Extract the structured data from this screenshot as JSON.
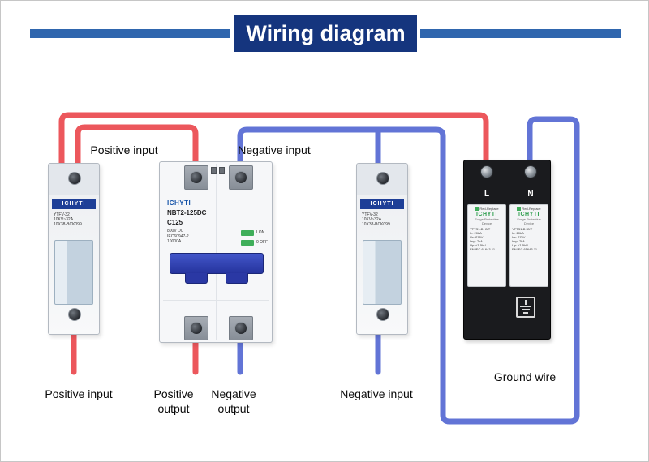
{
  "title": "Wiring diagram",
  "colors": {
    "positive_wire": "#ec575c",
    "negative_wire": "#6274d6",
    "banner_navy": "#15357e",
    "accent_blue_bar": "#2f66ae",
    "breaker_handle_blue": "#2a38a4",
    "indicator_green": "#3fae5a"
  },
  "labels": {
    "top_positive_input": "Positive input",
    "top_negative_input": "Negative input",
    "bottom_positive_input": "Positive input",
    "bottom_positive_output": "Positive output",
    "bottom_negative_output": "Negative output",
    "bottom_negative_input": "Negative input",
    "ground_wire": "Ground wire"
  },
  "fuse_left": {
    "brand": "ICHYTI",
    "model": "YTFV-32",
    "spec1": "10KV~32A",
    "spec2": "10X38-BCK099"
  },
  "fuse_right": {
    "brand": "ICHYTI",
    "model": "YTFV-32",
    "spec1": "10KV~32A",
    "spec2": "10X38-BCK099"
  },
  "breaker": {
    "brand": "ICHYTI",
    "model": "NBT2-125DC",
    "rating": "C125",
    "spec1": "800V DC",
    "spec2": "IEC60947-2",
    "spec3": "10000A",
    "on_label": "I ON",
    "off_label": "0 OFF"
  },
  "spd": {
    "terminal_l": "L",
    "terminal_n": "N",
    "modules": [
      {
        "status": "Red-Replace",
        "brand": "ICHYTI",
        "name": "Surge Protective Device",
        "spec1": "YTTS1-B+C/T",
        "spec2": "In: 20kA",
        "spec3": "Uc: 275V",
        "spec4": "Imp: 7kA",
        "spec5": "Up: ≤1.5kV",
        "spec6": "EN/IEC 61643-11"
      },
      {
        "status": "Red-Replace",
        "brand": "ICHYTI",
        "name": "Surge Protective Device",
        "spec1": "YTTS1-B+C/T",
        "spec2": "In: 20kA",
        "spec3": "Uc: 275V",
        "spec4": "Imp: 7kA",
        "spec5": "Up: ≤1.5kV",
        "spec6": "EN/IEC 61643-11"
      }
    ]
  }
}
